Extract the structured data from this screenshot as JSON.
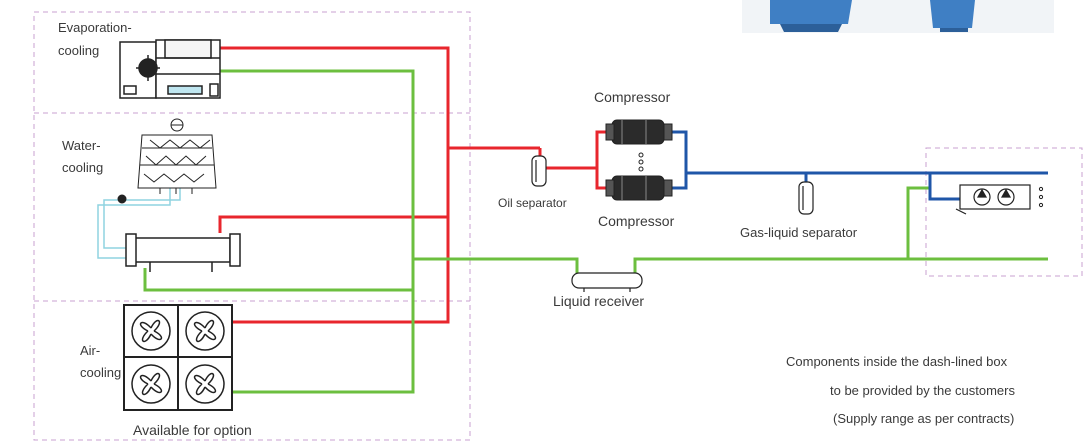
{
  "labels": {
    "evaporation_cooling": [
      "Evaporation-",
      "cooling"
    ],
    "water_cooling": [
      "Water-",
      "cooling"
    ],
    "air_cooling": [
      "Air-",
      "cooling"
    ],
    "available_for_option": "Available for option",
    "compressor_top": "Compressor",
    "compressor_bottom": "Compressor",
    "oil_separator": "Oil separator",
    "gas_liquid_separator": "Gas-liquid separator",
    "liquid_receiver": "Liquid receiver"
  },
  "note": [
    "Components inside the dash-lined box",
    "to be provided by the customers",
    "(Supply range as per contracts)"
  ],
  "colors": {
    "discharge_line": "#e8262d",
    "liquid_line": "#6cbf3f",
    "suction_line": "#1f56a8",
    "dash_box": "#c9a0d2",
    "water_pipe": "#8fd3e0"
  }
}
